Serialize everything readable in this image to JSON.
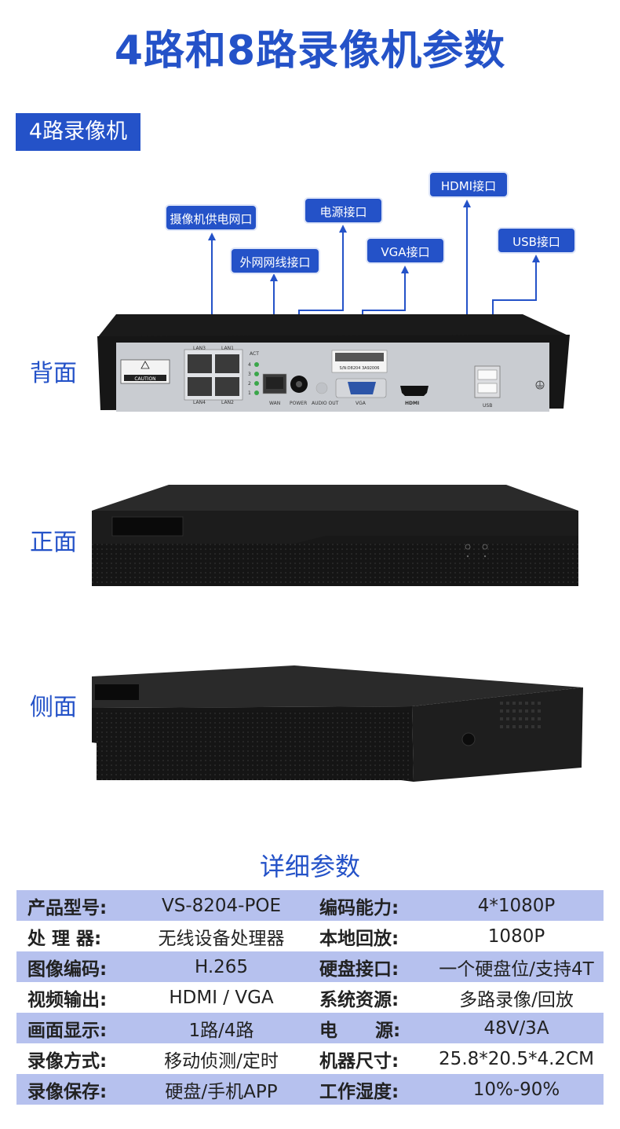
{
  "title": "4路和8路录像机参数",
  "section_badge": "4路录像机",
  "views": {
    "back": "背面",
    "front": "正面",
    "side": "侧面"
  },
  "callouts": {
    "poe_ports": "摄像机供电网口",
    "wan_port": "外网网线接口",
    "power_port": "电源接口",
    "vga_port": "VGA接口",
    "hdmi_port": "HDMI接口",
    "usb_port": "USB接口"
  },
  "device_back_labels": {
    "lan3": "LAN3",
    "lan1": "LAN1",
    "lan4": "LAN4",
    "lan2": "LAN2",
    "act": "ACT",
    "led4": "4",
    "led3": "3",
    "led2": "2",
    "led1": "1",
    "wan": "WAN",
    "power": "POWER",
    "audio_out": "AUDIO OUT",
    "vga": "VGA",
    "hdmi": "HDMI",
    "usb": "USB",
    "caution": "CAUTION",
    "serial": "S/N:D8204 3A92006"
  },
  "details_title": "详细参数",
  "specs": [
    {
      "k1": "产品型号:",
      "v1": "VS-8204-POE",
      "k2": "编码能力:",
      "v2": "4*1080P"
    },
    {
      "k1": "处 理 器:",
      "v1": "无线设备处理器",
      "k2": "本地回放:",
      "v2": "1080P"
    },
    {
      "k1": "图像编码:",
      "v1": "H.265",
      "k2": "硬盘接口:",
      "v2": "一个硬盘位/支持4T"
    },
    {
      "k1": "视频输出:",
      "v1": "HDMI / VGA",
      "k2": "系统资源:",
      "v2": "多路录像/回放"
    },
    {
      "k1": "画面显示:",
      "v1": "1路/4路",
      "k2": "电      源:",
      "v2": "48V/3A"
    },
    {
      "k1": "录像方式:",
      "v1": "移动侦测/定时",
      "k2": "机器尺寸:",
      "v2": "25.8*20.5*4.2CM"
    },
    {
      "k1": "录像保存:",
      "v1": "硬盘/手机APP",
      "k2": "工作湿度:",
      "v2": "10%-90%"
    }
  ],
  "colors": {
    "accent": "#2452c8",
    "band": "#b6c1ee",
    "device_body": "#141414",
    "back_panel": "#c9ccd1"
  }
}
